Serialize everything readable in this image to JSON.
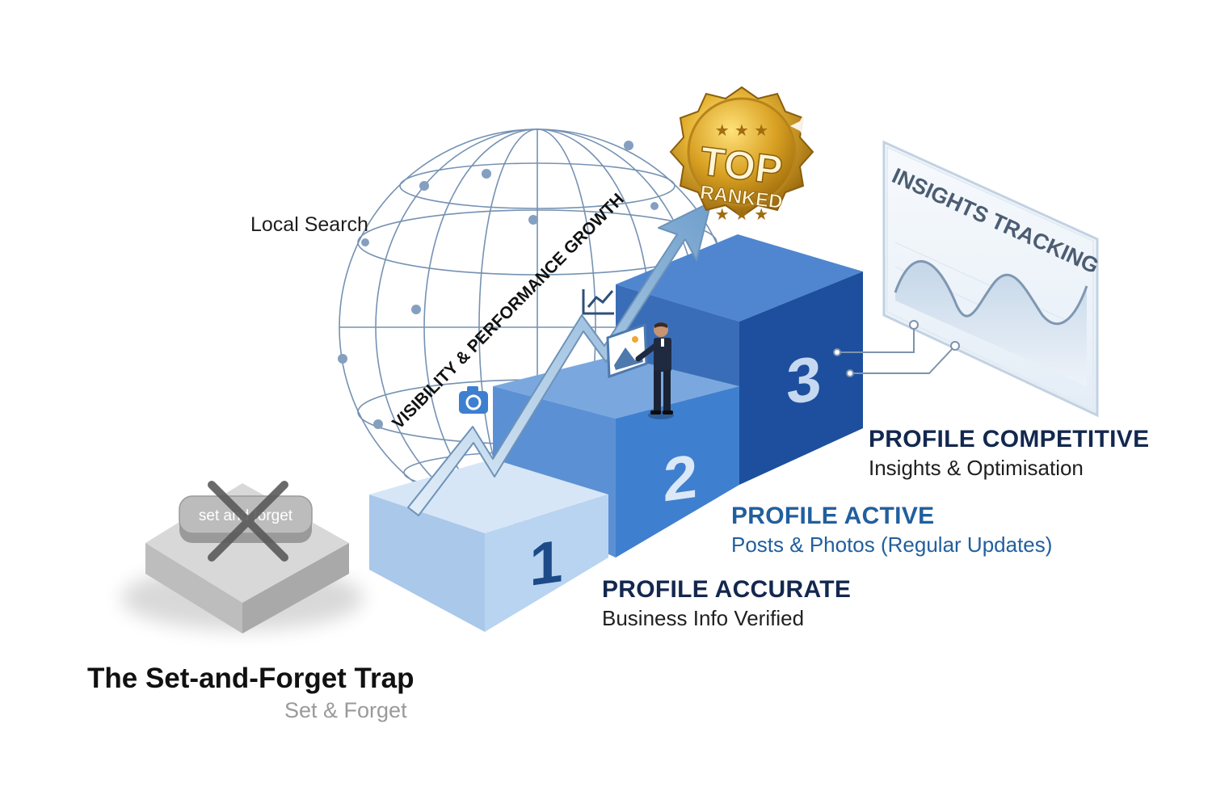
{
  "labels": {
    "local_search": "Local Search",
    "growth_arrow": "VISIBILITY & PERFORMANCE GROWTH",
    "badge_top": "TOP",
    "badge_ranked": "RANKED",
    "insights_panel": "INSIGHTS TRACKING",
    "trap_button": "set and forget"
  },
  "steps": [
    {
      "number": "1",
      "title": "PROFILE ACCURATE",
      "subtitle": "Business Info Verified"
    },
    {
      "number": "2",
      "title": "PROFILE ACTIVE",
      "subtitle": "Posts & Photos (Regular Updates)"
    },
    {
      "number": "3",
      "title": "PROFILE COMPETITIVE",
      "subtitle": "Insights & Optimisation"
    }
  ],
  "trap": {
    "title": "The Set-and-Forget Trap",
    "subtitle": "Set & Forget"
  },
  "colors": {
    "navy": "#13284f",
    "accent_blue": "#215f9e",
    "step1_front": "#b8d4f1",
    "step2_front": "#3f7fcf",
    "step3_front": "#1d4f9e",
    "gold": "#e3a928",
    "muted_gray": "#9a9a9a",
    "cross_gray": "#5a5a5a"
  },
  "icons": [
    "globe-icon",
    "growth-arrow-icon",
    "top-ranked-badge-icon",
    "camera-icon",
    "line-chart-icon",
    "photo-icon",
    "businessman-figure",
    "insights-chart-icon",
    "cross-icon"
  ]
}
